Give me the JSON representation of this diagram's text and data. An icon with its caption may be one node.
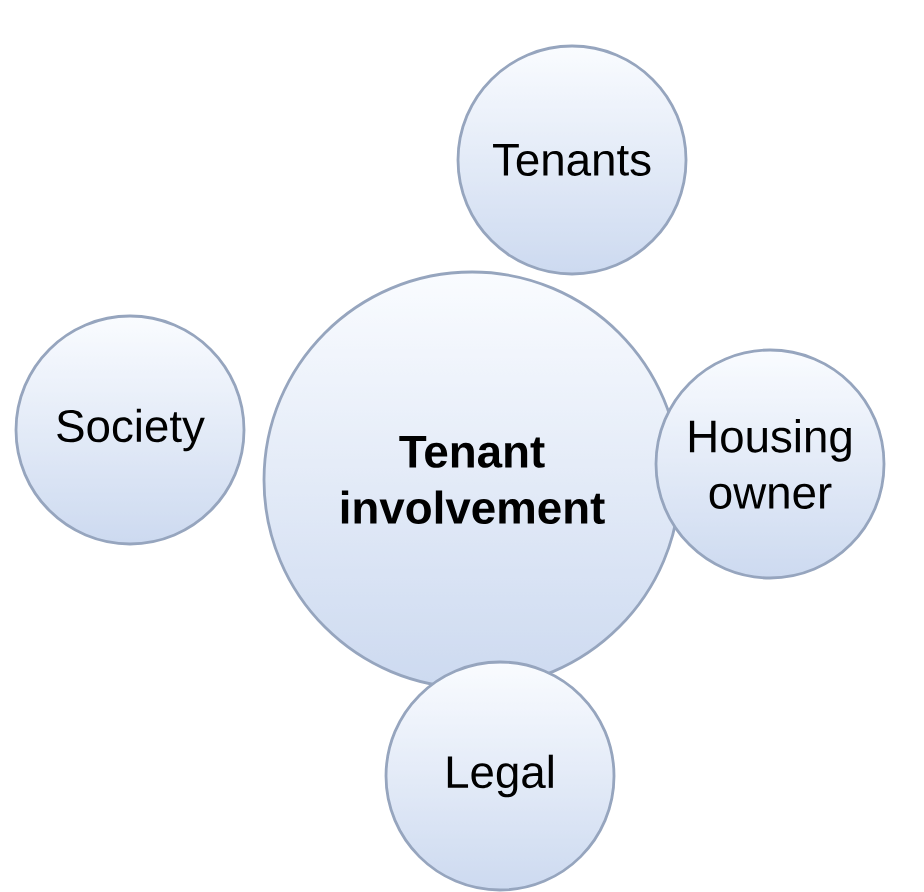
{
  "diagram": {
    "nodes": [
      {
        "text": [
          "Tenants"
        ]
      },
      {
        "text": [
          "Society"
        ]
      },
      {
        "text": [
          "Tenant involvement"
        ]
      },
      {
        "text": [
          "Housing owner"
        ]
      },
      {
        "text": [
          "Legal"
        ]
      }
    ]
  }
}
